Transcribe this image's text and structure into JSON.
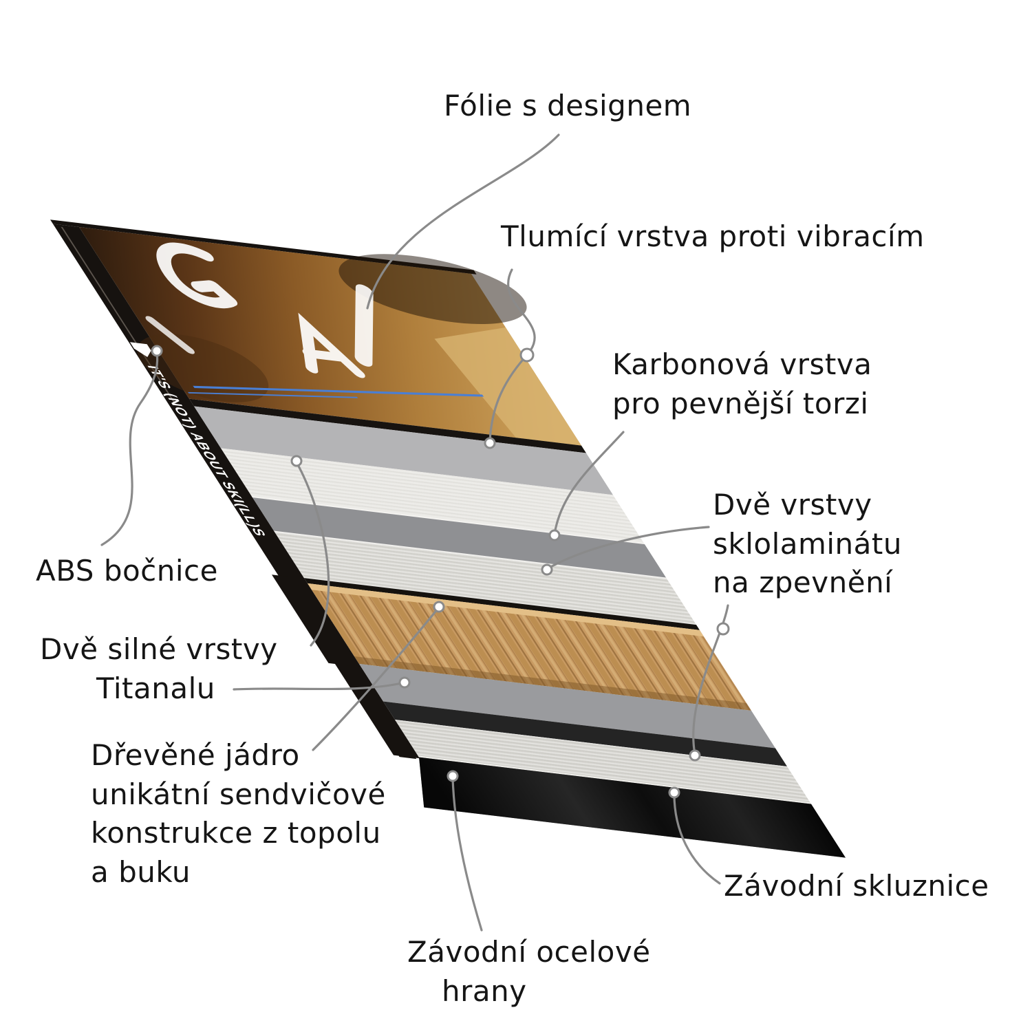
{
  "diagram": {
    "subject": "ski-construction-layer-diagram",
    "side_text": "IT'S (NOT) ABOUT SKI(LL)S",
    "palette": {
      "background": "#ffffff",
      "leader_line": "#8a8a8a",
      "label_text": "#151515",
      "side_text_color": "#ffffff"
    },
    "labels": {
      "topsheet": {
        "lines": [
          "Fólie s designem"
        ]
      },
      "damping": {
        "lines": [
          "Tlumící vrstva proti vibracím"
        ]
      },
      "carbon": {
        "lines": [
          "Karbonová vrstva",
          "pro pevnější torzi"
        ]
      },
      "fiberglass": {
        "lines": [
          "Dvě vrstvy",
          "sklolaminátu",
          "na zpevnění"
        ]
      },
      "sidewall": {
        "lines": [
          "ABS bočnice"
        ]
      },
      "titanal": {
        "lines": [
          "Dvě silné vrstvy",
          "Titanalu"
        ]
      },
      "core": {
        "lines": [
          "Dřevěné jádro",
          "unikátní sendvičové",
          "konstrukce z topolu",
          "a buku"
        ]
      },
      "edges": {
        "lines": [
          "Závodní ocelové",
          "hrany"
        ]
      },
      "base": {
        "lines": [
          "Závodní skluznice"
        ]
      }
    },
    "layers": [
      {
        "id": "topsheet-print",
        "color": "#8a5a26"
      },
      {
        "id": "damping-layer",
        "color": "#b4b4b6"
      },
      {
        "id": "titanal-top",
        "color": "#e9e8e4"
      },
      {
        "id": "carbon-layer",
        "color": "#8f9093"
      },
      {
        "id": "fiberglass-top",
        "color": "#dad9d4"
      },
      {
        "id": "wood-core",
        "color": "#c89a62"
      },
      {
        "id": "titanal-bottom",
        "color": "#9a9b9e"
      },
      {
        "id": "spacer-black",
        "color": "#242424"
      },
      {
        "id": "fiberglass-bottom",
        "color": "#d7d6d1"
      },
      {
        "id": "race-base",
        "color": "#111111"
      },
      {
        "id": "abs-sidewall",
        "color": "#16120f"
      }
    ]
  }
}
